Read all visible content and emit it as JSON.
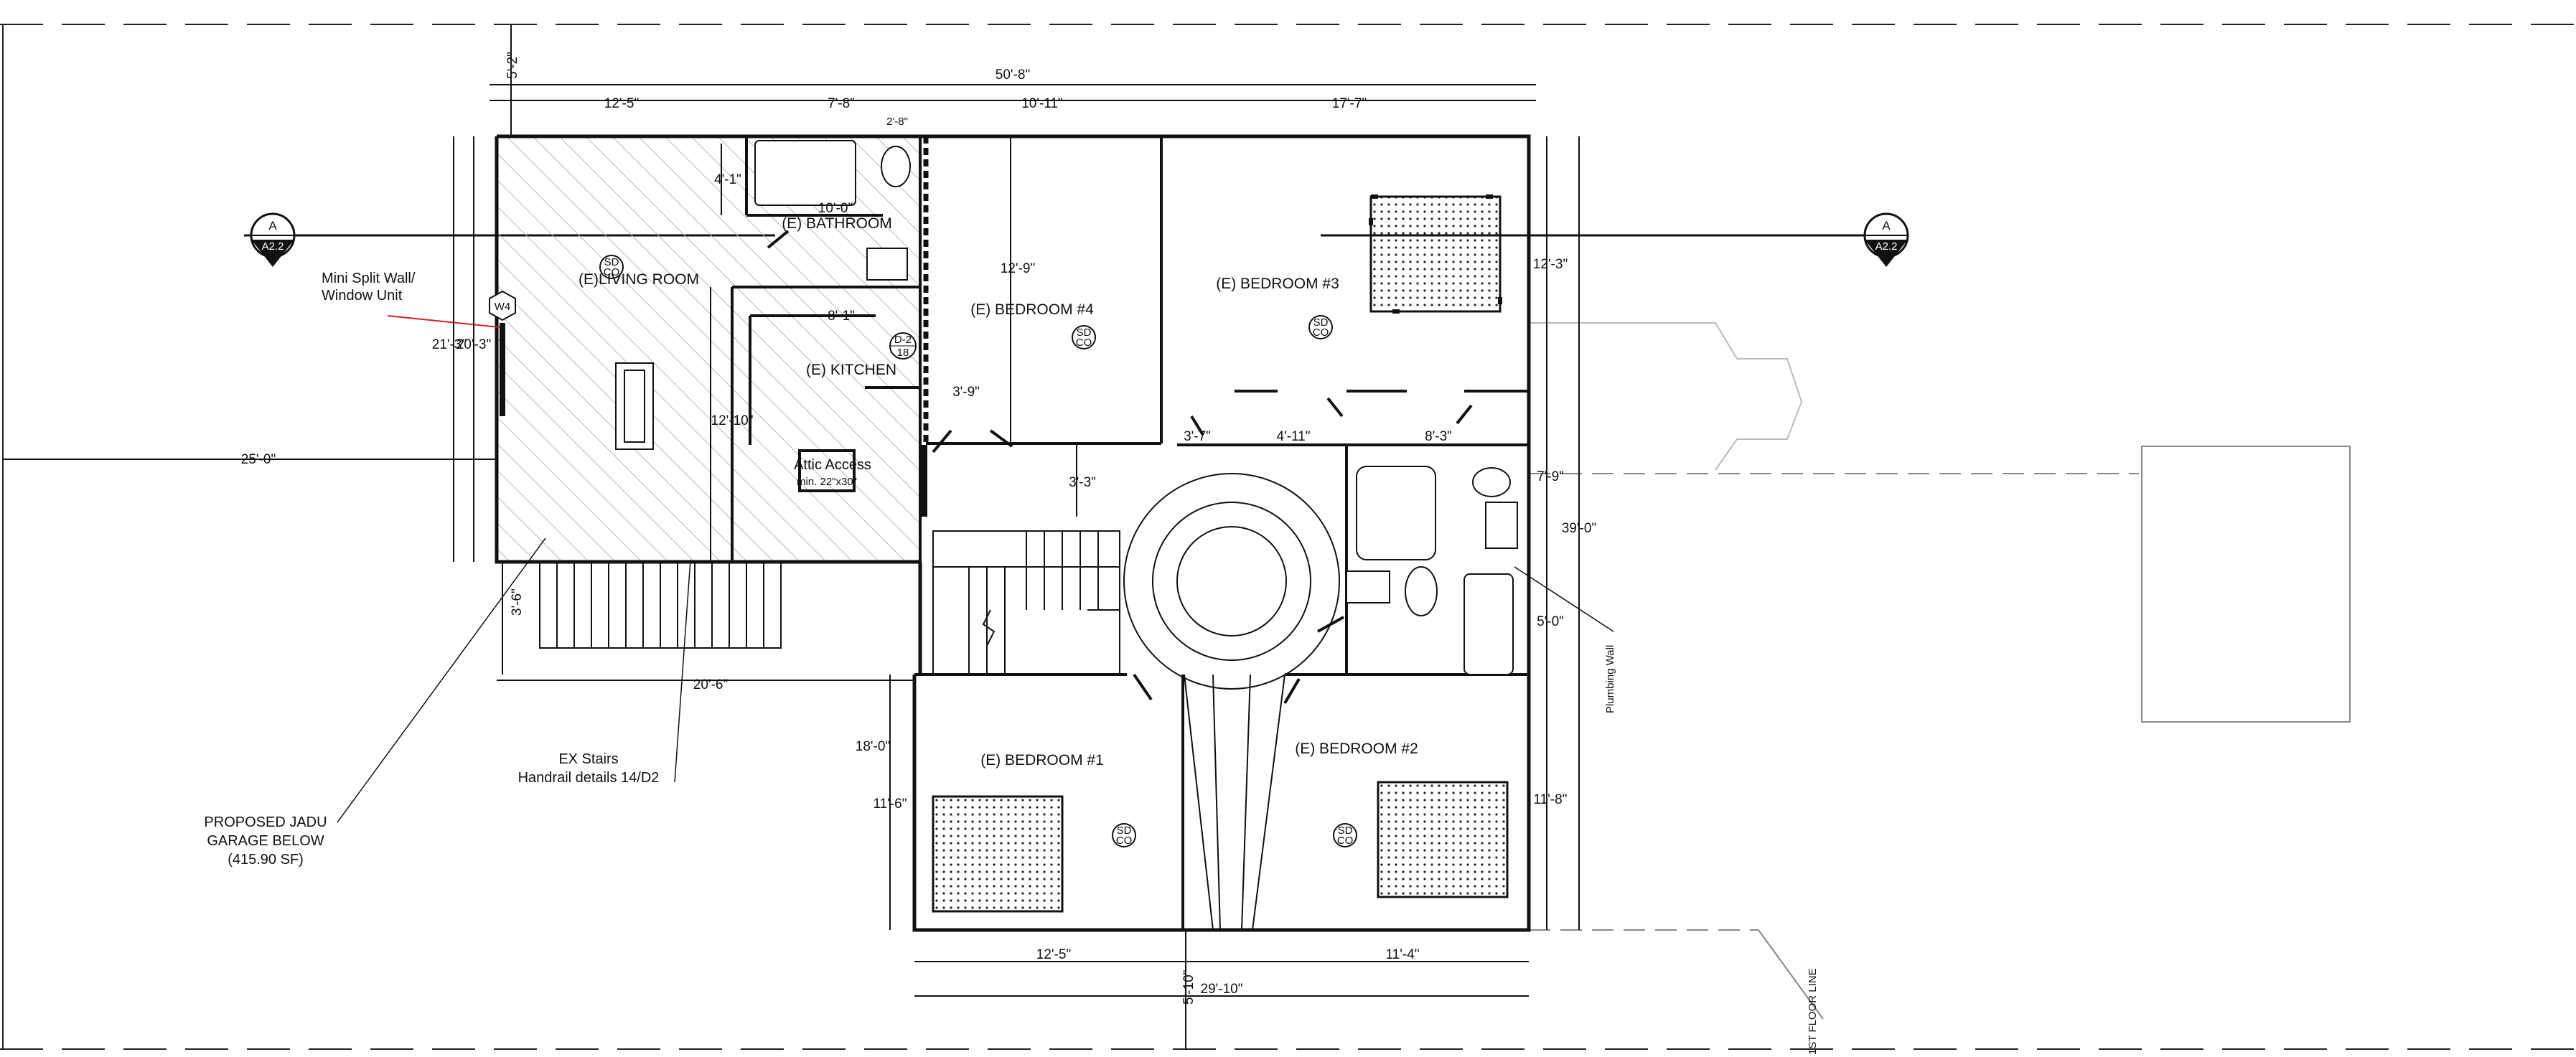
{
  "dimensions": {
    "overall_width": "50'-8\"",
    "top_1": "12'-5\"",
    "top_2": "7'-8\"",
    "top_3": "10'-11\"",
    "top_4": "17'-7\"",
    "top_small": "2'-8\"",
    "front_setback": "5'-2\"",
    "bath_depth": "4'-1\"",
    "bath_small": "10'-0\"",
    "left_overall": "21'-3\"",
    "left_overall_2": "20'-3\"",
    "left_setback": "25'-0\"",
    "kitchen_width": "8'-1\"",
    "kitchen_depth": "12'-10\"",
    "bed4_depth": "12'-9\"",
    "closet_1": "3'-9\"",
    "hall": "3'-3\"",
    "closet_2": "3'-7\"",
    "closet_3": "4'-11\"",
    "closet_4": "8'-3\"",
    "stair_depth": "3'-6\"",
    "stair_run": "20'-6\"",
    "bed1_offset": "18'-0\"",
    "bed1_depth": "11'-6\"",
    "bed3_depth": "12'-3\"",
    "bath2_depth": "7'-9\"",
    "right_overall": "39'-0\"",
    "bath2_tub": "5'-0\"",
    "bed2_depth": "11'-8\"",
    "bottom_1": "12'-5\"",
    "bottom_2": "11'-4\"",
    "bottom_overall": "29'-10\"",
    "bottom_setback": "5'-10\""
  },
  "rooms": {
    "living": "(E)LIVING ROOM",
    "bathroom": "(E) BATHROOM",
    "kitchen": "(E) KITCHEN",
    "bed1": "(E) BEDROOM #1",
    "bed2": "(E) BEDROOM #2",
    "bed3": "(E) BEDROOM #3",
    "bed4": "(E) BEDROOM #4"
  },
  "notes": {
    "mini_split_1": "Mini Split Wall/",
    "mini_split_2": "Window Unit",
    "attic_1": "Attic Access",
    "attic_2": "min. 22\"x30\"",
    "stairs_1": "EX Stairs",
    "stairs_2": "Handrail details 14/D2",
    "jadu_1": "PROPOSED JADU",
    "jadu_2": "GARAGE BELOW",
    "jadu_3": "(415.90 SF)",
    "plumbing_wall": "Plumbing Wall",
    "first_floor_line": "1ST FLOOR LINE"
  },
  "tags": {
    "window": "W4",
    "section_letter": "A",
    "section_sheet": "A2.2",
    "detector": "SD",
    "detector_sub": "CO",
    "door_tag_top": "D-2",
    "door_tag_bottom": "18"
  },
  "colors": {
    "line": "#111111",
    "hatch": "#b8b8b8",
    "leader_red": "#d42020",
    "faint": "#9a9a9a"
  }
}
